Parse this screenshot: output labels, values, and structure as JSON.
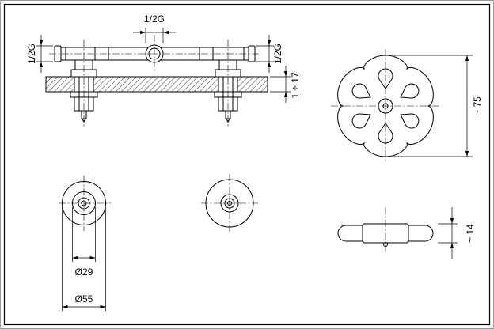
{
  "front_view": {
    "top_dim_label": "1/2G",
    "left_dim_label": "1/2G",
    "right_dim_label": "1/2G",
    "thickness_dim_label": "1 ÷ 17"
  },
  "plan_view": {
    "diameter_dim_label": "~ 75"
  },
  "bottom_view": {
    "inner_dim_label": "Ø29",
    "outer_dim_label": "Ø55"
  },
  "side_view": {
    "height_dim_label": "~ 14"
  },
  "colors": {
    "line": "#000000",
    "background": "#ffffff",
    "frame": "#9a9a9a"
  }
}
